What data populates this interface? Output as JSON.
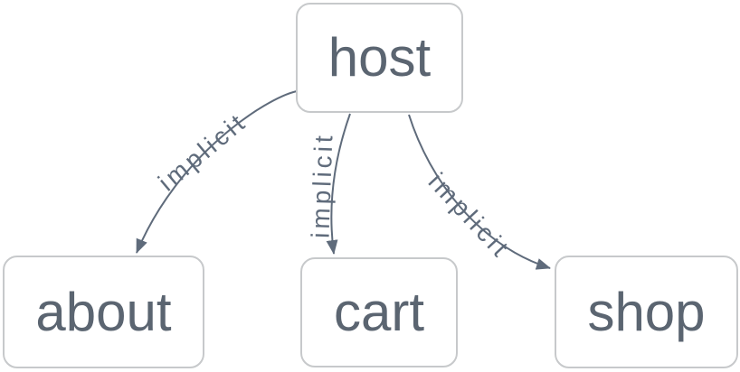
{
  "diagram": {
    "type": "graph",
    "nodes": [
      {
        "id": "host",
        "label": "host"
      },
      {
        "id": "about",
        "label": "about"
      },
      {
        "id": "cart",
        "label": "cart"
      },
      {
        "id": "shop",
        "label": "shop"
      }
    ],
    "edges": [
      {
        "from": "host",
        "to": "about",
        "label": "implicit"
      },
      {
        "from": "host",
        "to": "cart",
        "label": "implicit"
      },
      {
        "from": "host",
        "to": "shop",
        "label": "implicit"
      }
    ],
    "colors": {
      "background": "#ffffff",
      "node_border": "#c7c9cb",
      "node_fill": "#ffffff",
      "node_text": "#5b6571",
      "edge": "#5f6b7b",
      "edge_label": "#5f6b7b"
    }
  }
}
